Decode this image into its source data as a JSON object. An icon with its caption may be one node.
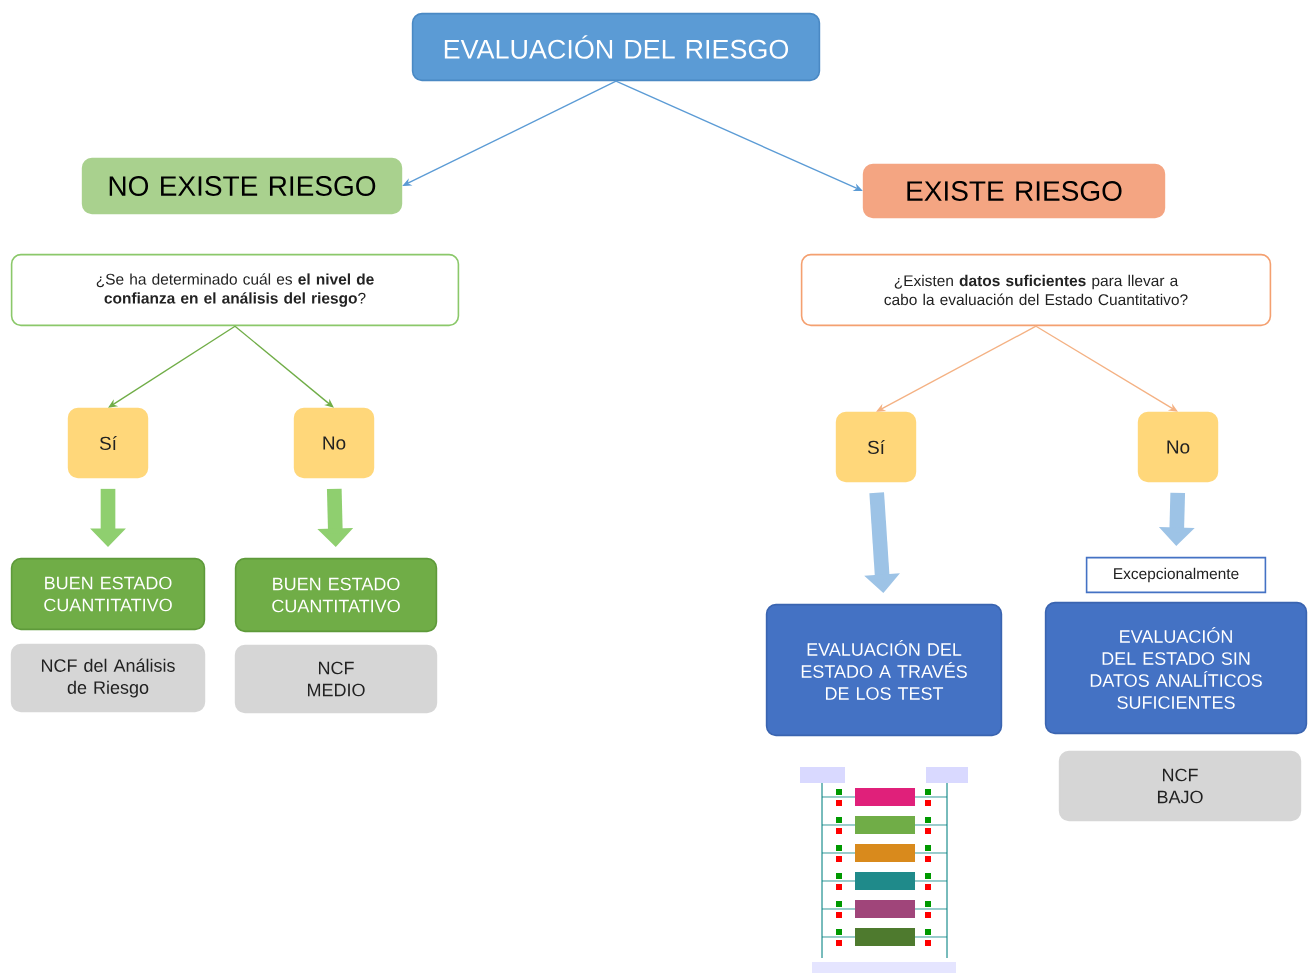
{
  "diagram": {
    "nodes": [
      {
        "text": [
          "EVALUACIÓN DEL RIESGO"
        ]
      },
      {
        "text": [
          "NO EXISTE RIESGO"
        ]
      },
      {
        "text": [
          "EXISTE RIESGO"
        ]
      },
      {
        "text": [
          "¿Se ha determinado cuál es **el nivel de confianza en el análisis del riesgo**?"
        ]
      },
      {
        "text": [
          "¿Existen **datos suficientes** para llevar a cabo la evaluación del Estado Cuantitativo?"
        ]
      },
      {
        "text": [
          "Sí"
        ]
      },
      {
        "text": [
          "No"
        ]
      },
      {
        "text": [
          "Sí"
        ]
      },
      {
        "text": [
          "No"
        ]
      },
      {
        "text": [
          "BUEN ESTADO CUANTITATIVO"
        ]
      },
      {
        "text": [
          "NCF del Análisis de Riesgo"
        ]
      },
      {
        "text": [
          "BUEN ESTADO CUANTITATIVO"
        ]
      },
      {
        "text": [
          "NCF MEDIO"
        ]
      },
      {
        "text": [
          "Excepcionalmente"
        ]
      },
      {
        "text": [
          "EVALUACIÓN DEL ESTADO A TRAVÉS DE LOS TEST"
        ]
      },
      {
        "text": [
          "EVALUACIÓN DEL ESTADO SIN DATOS ANALÍTICOS SUFICIENTES"
        ]
      },
      {
        "text": [
          "NCF BAJO"
        ]
      }
    ],
    "edges": [
      {
        "from": 0,
        "to": 1,
        "arrow": "to",
        "color": "#5b9bd5"
      },
      {
        "from": 0,
        "to": 2,
        "arrow": "to",
        "color": "#5b9bd5"
      },
      {
        "from": 3,
        "to": 5,
        "arrow": "to",
        "color": "#70ad47"
      },
      {
        "from": 3,
        "to": 6,
        "arrow": "to",
        "color": "#70ad47"
      },
      {
        "from": 4,
        "to": 7,
        "arrow": "to",
        "color": "#f4b183"
      },
      {
        "from": 4,
        "to": 8,
        "arrow": "to",
        "color": "#f4b183"
      },
      {
        "from": 5,
        "to": 9,
        "arrow": "to",
        "style": "thick",
        "color": "#8fcf6f"
      },
      {
        "from": 6,
        "to": 11,
        "arrow": "to",
        "style": "thick",
        "color": "#8fcf6f"
      },
      {
        "from": 7,
        "to": 14,
        "arrow": "to",
        "style": "thick",
        "color": "#9dc3e6"
      },
      {
        "from": 8,
        "to": 13,
        "arrow": "to",
        "style": "thick",
        "color": "#9dc3e6"
      }
    ]
  }
}
